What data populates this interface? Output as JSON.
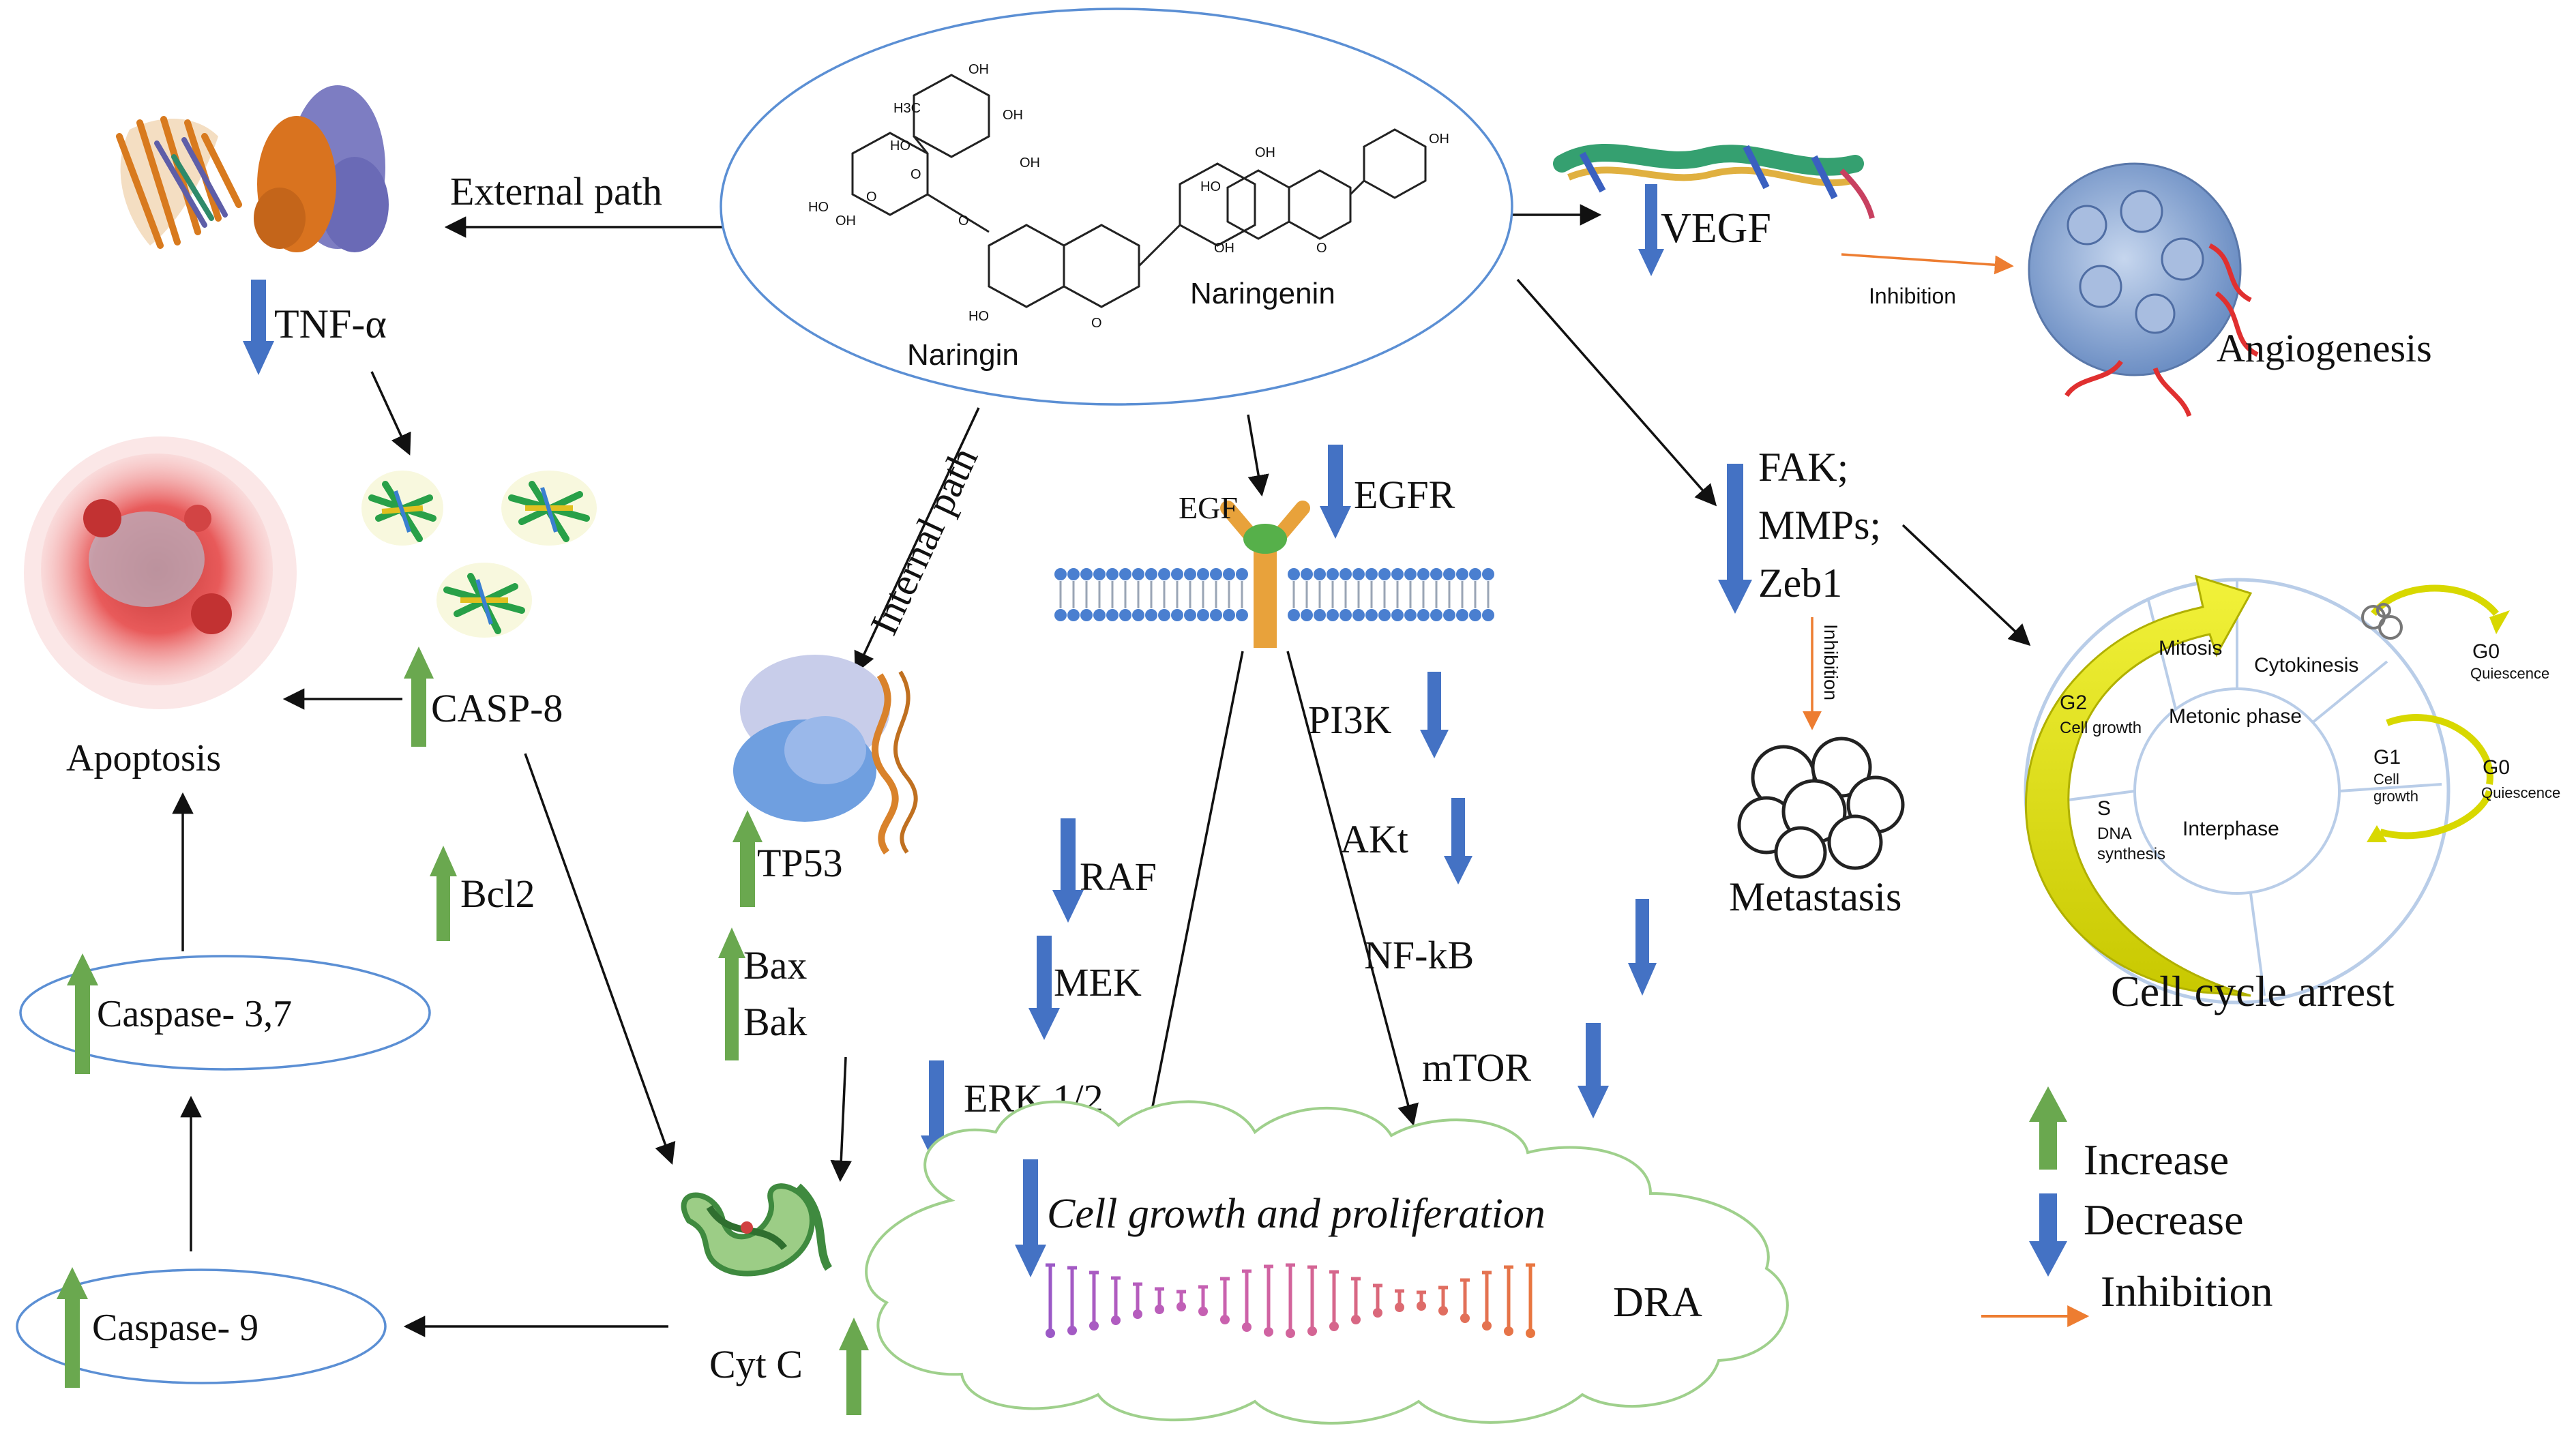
{
  "colors": {
    "increase_arrow": "#6aa84f",
    "decrease_arrow": "#4472c4",
    "inhibition_arrow": "#ed7d31",
    "ellipse_stroke": "#5b8fd4",
    "cloud_stroke": "#9fd08c",
    "membrane": "#4a7fd0",
    "receptor": "#e8a23b",
    "ligand": "#56b04a",
    "cell_cycle_arc": "#d8d800"
  },
  "center": {
    "naringin": "Naringin",
    "naringenin": "Naringenin",
    "chem_labels": [
      "H3C",
      "OH",
      "HO",
      "O",
      "OH",
      "O",
      "OH",
      "HO",
      "OH",
      "O",
      "HO",
      "O",
      "OH",
      "HO",
      "OH",
      "O",
      "OH"
    ]
  },
  "paths": {
    "external": "External path",
    "internal": "Internal path"
  },
  "left": {
    "tnf": "TNF-α",
    "casp8": "CASP-8",
    "apoptosis": "Apoptosis",
    "bcl2": "Bcl2",
    "caspase37": "Caspase- 3,7",
    "caspase9": "Caspase- 9"
  },
  "middle": {
    "tp53": "TP53",
    "bax": "Bax",
    "bak": "Bak",
    "cytc": "Cyt C",
    "egf": "EGF",
    "egfr": "EGFR",
    "pi3k": "PI3K",
    "akt": "AKt",
    "nfkb": "NF-kB",
    "mtor": "mTOR",
    "raf": "RAF",
    "mek": "MEK",
    "erk": "ERK 1/2",
    "cell_growth": "Cell growth and proliferation",
    "dra": "DRA"
  },
  "right": {
    "vegf": "VEGF",
    "inhibition_small": "Inhibition",
    "angiogenesis": "Angiogenesis",
    "fak": "FAK;",
    "mmps": "MMPs;",
    "zeb1": "Zeb1",
    "inhibition_vertical": "Inhibition",
    "metastasis": "Metastasis",
    "cell_cycle_arrest": "Cell cycle arrest"
  },
  "cell_cycle": {
    "mitosis": "Mitosis",
    "cytokinesis": "Cytokinesis",
    "metonic": "Metonic phase",
    "g2": "G2",
    "g2_sub": "Cell growth",
    "interphase": "Interphase",
    "s": "S",
    "s_sub1": "DNA",
    "s_sub2": "synthesis",
    "g1": "G1",
    "g1_sub1": "Cell",
    "g1_sub2": "growth",
    "g0_top": "G0",
    "g0_top_sub": "Quiescence",
    "g0_right": "G0",
    "g0_right_sub": "Quiescence"
  },
  "legend": {
    "increase": "Increase",
    "decrease": "Decrease",
    "inhibition": "Inhibition"
  },
  "dna_bars": [
    {
      "h": 100,
      "c": "#9b59c6"
    },
    {
      "h": 92,
      "c": "#a35ac4"
    },
    {
      "h": 78,
      "c": "#a95bc2"
    },
    {
      "h": 62,
      "c": "#b05cc0"
    },
    {
      "h": 44,
      "c": "#b55dbd"
    },
    {
      "h": 30,
      "c": "#ba5eba"
    },
    {
      "h": 22,
      "c": "#c05fb6"
    },
    {
      "h": 36,
      "c": "#c560b2"
    },
    {
      "h": 60,
      "c": "#c961ae"
    },
    {
      "h": 82,
      "c": "#cd62a8"
    },
    {
      "h": 96,
      "c": "#d063a2"
    },
    {
      "h": 100,
      "c": "#d2649b"
    },
    {
      "h": 94,
      "c": "#d46594"
    },
    {
      "h": 80,
      "c": "#d6668c"
    },
    {
      "h": 60,
      "c": "#d86784"
    },
    {
      "h": 40,
      "c": "#da687b"
    },
    {
      "h": 24,
      "c": "#dc6a72"
    },
    {
      "h": 20,
      "c": "#de6c69"
    },
    {
      "h": 34,
      "c": "#e06e60"
    },
    {
      "h": 56,
      "c": "#e27058"
    },
    {
      "h": 78,
      "c": "#e47250"
    },
    {
      "h": 94,
      "c": "#e67448"
    },
    {
      "h": 100,
      "c": "#e87640"
    }
  ]
}
